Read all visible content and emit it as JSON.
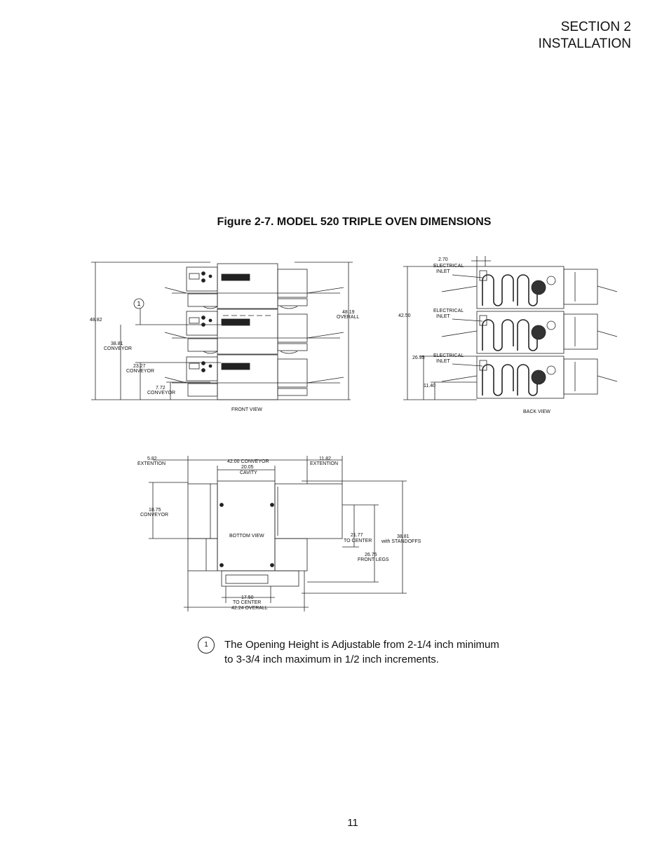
{
  "header": {
    "line1": "SECTION 2",
    "line2": "INSTALLATION"
  },
  "figure": {
    "title": "Figure 2-7.  MODEL 520 TRIPLE OVEN DIMENSIONS",
    "front_view": {
      "caption": "FRONT VIEW",
      "callout": "1",
      "dims": {
        "total_height": "48.82",
        "conv_top_value": "38.81",
        "conv_top_label": "CONVEYOR",
        "conv_mid_value": "23.27",
        "conv_mid_label": "CONVEYOR",
        "conv_low_value": "7.72",
        "conv_low_label": "CONVEYOR",
        "overall_value": "48.19",
        "overall_label": "OVERALL"
      }
    },
    "back_view": {
      "caption": "BACK VIEW",
      "dims": {
        "inlet_offset": "2.70",
        "total_height": "42.50",
        "mid_height": "26.95",
        "low_height": "11.40"
      },
      "inlet_line1": "ELECTRICAL",
      "inlet_line2": "INLET"
    },
    "bottom_view": {
      "caption": "BOTTOM VIEW",
      "dims": {
        "ext_left_value": "5.82",
        "ext_left_label": "EXTENTION",
        "conveyor_value": "42.00 CONVEYOR",
        "cavity_value": "20.05",
        "cavity_label": "CAVITY",
        "ext_right_value": "11.82",
        "ext_right_label": "EXTENTION",
        "conv_depth_value": "18.75",
        "conv_depth_label": "CONVEYOR",
        "to_center_value": "21.77",
        "to_center_label": "TO CENTER",
        "standoffs_value": "38.81",
        "standoffs_label": "with STANDOFFS",
        "front_legs_value": "26.75",
        "front_legs_label": "FRONT LEGS",
        "center2_value": "17.50",
        "center2_label": "TO CENTER",
        "overall_value": "42.24 OVERALL"
      }
    }
  },
  "note": {
    "number": "1",
    "line1": "The Opening Height is Adjustable from 2-1/4 inch minimum",
    "line2": "to 3-3/4 inch maximum in 1/2 inch increments."
  },
  "page_number": "11"
}
